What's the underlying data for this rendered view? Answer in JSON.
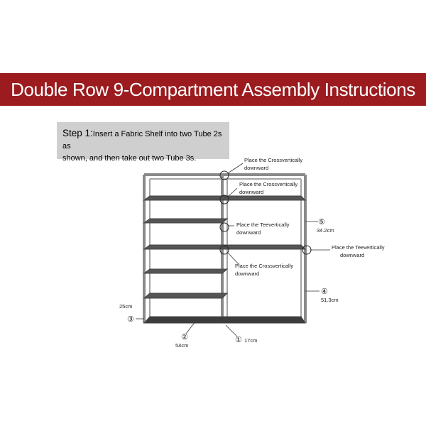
{
  "banner": {
    "title": "Double Row 9-Compartment Assembly Instructions",
    "color": "#9b1b1e"
  },
  "step": {
    "label": "Step 1:",
    "text_line1": "Insert a Fabric Shelf into two Tube 2s as",
    "text_line2": "shown, and then take out two Tube 3s."
  },
  "callouts": [
    {
      "line1": "Place the Crossvertically",
      "line2": "downward"
    },
    {
      "line1": "Place the Crossvertically",
      "line2": "downward"
    },
    {
      "line1": "Place the Teevertically",
      "line2": "downward"
    },
    {
      "line1": "Place the Teevertically",
      "line2": "downward"
    },
    {
      "line1": "Place the Crossvertically",
      "line2": "downward"
    }
  ],
  "parts": [
    {
      "num": "①",
      "measure": "17cm"
    },
    {
      "num": "②",
      "measure": "54cm"
    },
    {
      "num": "③",
      "measure": "25cm"
    },
    {
      "num": "④",
      "measure": "51.3cm"
    },
    {
      "num": "⑤",
      "measure": "34.2cm"
    }
  ],
  "colors": {
    "frame": "#8a8a8a",
    "shelf": "#555555",
    "shelf_dark": "#3c3c3c"
  }
}
